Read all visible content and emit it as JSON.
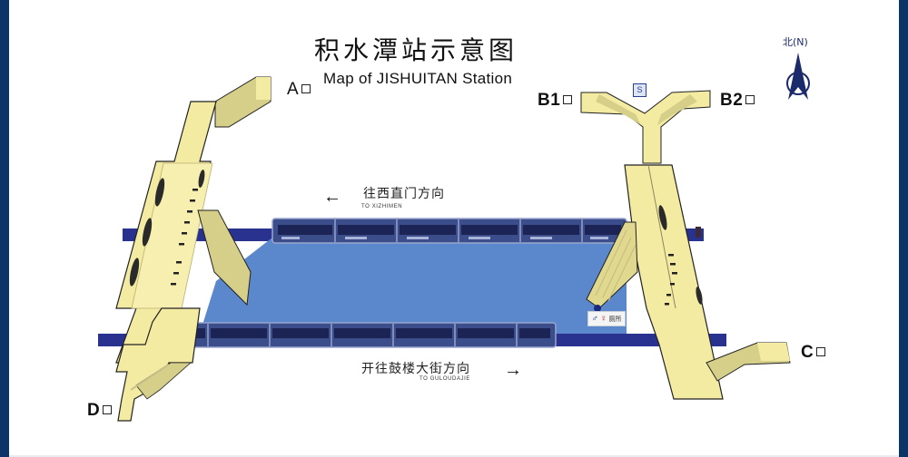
{
  "title": {
    "cn": "积水潭站示意图",
    "en": "Map of JISHUITAN Station"
  },
  "compass": {
    "label": "北(N)",
    "icon": "north-arrow-icon"
  },
  "exits": [
    {
      "id": "A",
      "label": "A",
      "suffix": "口"
    },
    {
      "id": "B1",
      "label": "B1",
      "suffix": "口"
    },
    {
      "id": "B2",
      "label": "B2",
      "suffix": "口"
    },
    {
      "id": "C",
      "label": "C",
      "suffix": "口"
    },
    {
      "id": "D",
      "label": "D",
      "suffix": "口"
    }
  ],
  "directions": {
    "westbound": {
      "cn": "往西直门方向",
      "en": "TO XIZHIMEN",
      "arrow": "←"
    },
    "eastbound": {
      "cn": "开往鼓楼大街方向",
      "en": "TO GULOUDAJIE",
      "arrow": "→"
    }
  },
  "facilities": {
    "toilet": {
      "label": "厕所",
      "icon": "toilet-icon"
    },
    "service": {
      "icon": "service-center-icon",
      "glyph": "S"
    }
  },
  "colors": {
    "frame": "#0d3466",
    "platform": "#5b87cc",
    "track": "#2a3290",
    "concourse": "#f4eba2",
    "concourse_shade": "#d6cf8a",
    "train": "#3c4d8c",
    "background": "#ffffff"
  }
}
